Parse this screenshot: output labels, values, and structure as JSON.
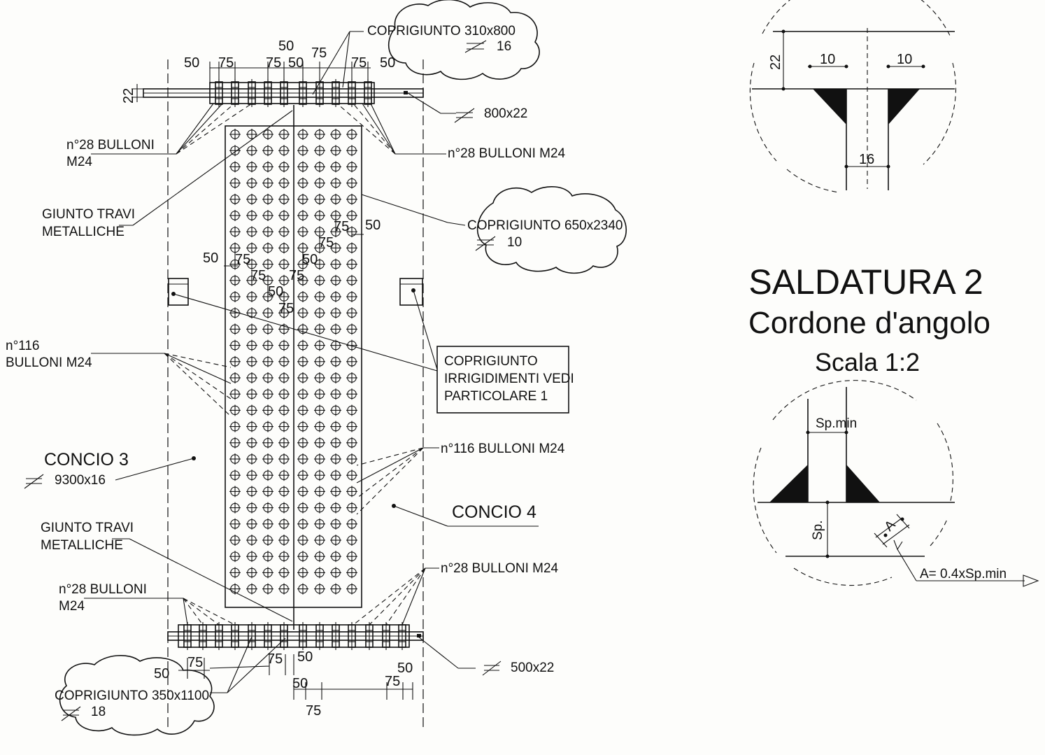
{
  "left_drawing": {
    "top_labels": {
      "coprigiunto_top": "COPRIGIUNTO 310x800",
      "coprigiunto_top_thk": "16",
      "plate_top": "800x22",
      "bolts_top_left_1": "n°28 BULLONI",
      "bolts_top_left_2": "M24",
      "bolts_top_right": "n°28 BULLONI M24",
      "thickness_22": "22"
    },
    "top_dims": [
      "50",
      "75",
      "75",
      "50",
      "50",
      "75",
      "75",
      "50"
    ],
    "giunto_1": "GIUNTO TRAVI",
    "giunto_2": "METALLICHE",
    "coprigiunto_web": "COPRIGIUNTO 650x2340",
    "coprigiunto_web_thk": "10",
    "web_dims": [
      "50",
      "75",
      "75",
      "50",
      "75",
      "75",
      "50",
      "75",
      "75",
      "50"
    ],
    "bolts_116_left_1": "n°116",
    "bolts_116_left_2": "BULLONI M24",
    "bolts_116_right": "n°116 BULLONI M24",
    "note_1": "COPRIGIUNTO",
    "note_2": "IRRIGIDIMENTI VEDI",
    "note_3": "PARTICOLARE 1",
    "concio3": "CONCIO 3",
    "concio3_plate": "9300x16",
    "concio4": "CONCIO 4",
    "giunto_b1": "GIUNTO TRAVI",
    "giunto_b2": "METALLICHE",
    "bolts_bottom_left_1": "n°28 BULLONI",
    "bolts_bottom_left_2": "M24",
    "bolts_bottom_right": "n°28 BULLONI M24",
    "plate_bottom": "500x22",
    "coprigiunto_bottom": "COPRIGIUNTO 350x1100",
    "coprigiunto_bottom_thk": "18",
    "bottom_dims": [
      "50",
      "75",
      "75",
      "50",
      "50",
      "75",
      "50",
      "75"
    ]
  },
  "right_drawing": {
    "detail1": {
      "t": "22",
      "a": "10",
      "b": "10",
      "c": "16"
    },
    "title_1": "SALDATURA 2",
    "title_2": "Cordone d'angolo",
    "title_3": "Scala 1:2",
    "detail2": {
      "spmin": "Sp.min",
      "sp": "Sp.",
      "a": "A",
      "formula": "A= 0.4xSp.min"
    }
  }
}
